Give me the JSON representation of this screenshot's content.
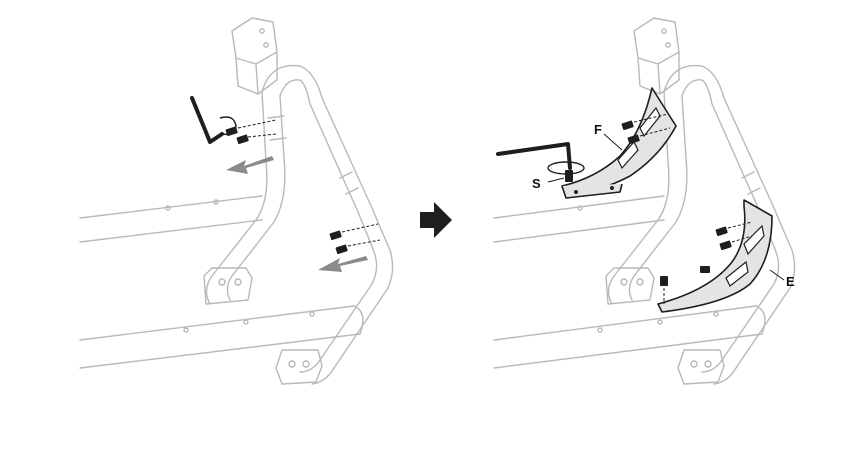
{
  "figure": {
    "step_arrow_icon": "right-arrow-icon",
    "colors": {
      "frame_line": "#b9b9b9",
      "hardware": "#1e1e1e",
      "bracket_fill": "#e4e4e4",
      "arrow_gray": "#8a8a8a"
    },
    "labels": {
      "bolt": "S",
      "upper_bracket": "F",
      "lower_bracket": "E"
    }
  }
}
